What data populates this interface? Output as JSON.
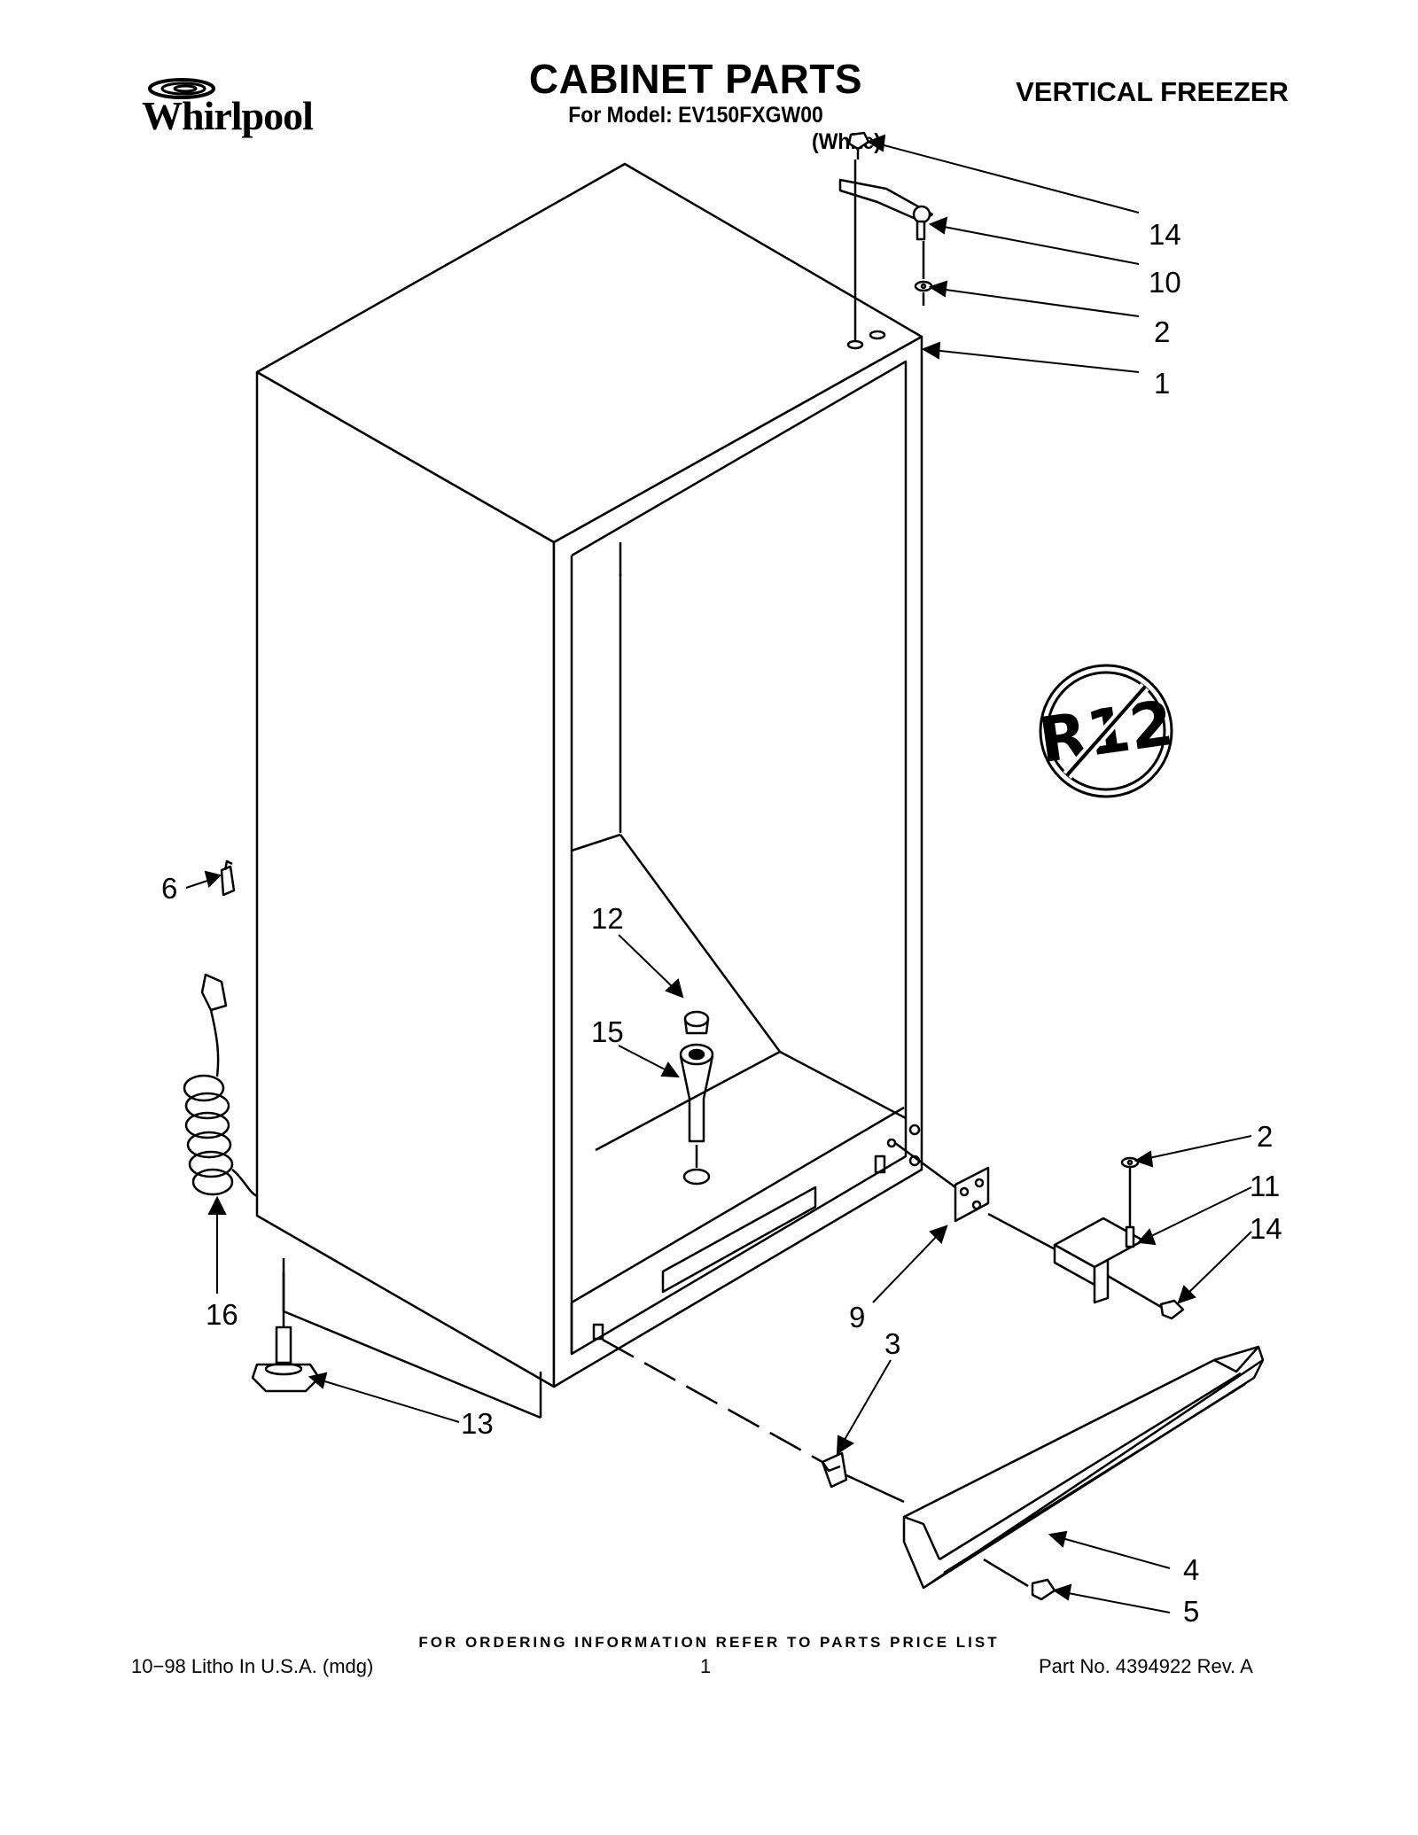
{
  "header": {
    "brand": "Whirlpool",
    "title": "CABINET PARTS",
    "model_line": "For Model: EV150FXGW00",
    "color_line": "(White)",
    "product": "VERTICAL FREEZER"
  },
  "badge": {
    "text": "R12",
    "icon": "no-r12-refrigerant-icon"
  },
  "callouts": [
    "14",
    "10",
    "2",
    "1",
    "6",
    "12",
    "15",
    "16",
    "2",
    "11",
    "14",
    "9",
    "3",
    "13",
    "4",
    "5"
  ],
  "footer": {
    "ordering_note": "FOR ORDERING INFORMATION REFER TO PARTS PRICE LIST",
    "litho": "10−98 Litho In U.S.A. (mdg)",
    "page_number": "1",
    "part_number": "Part No. 4394922 Rev. A"
  }
}
